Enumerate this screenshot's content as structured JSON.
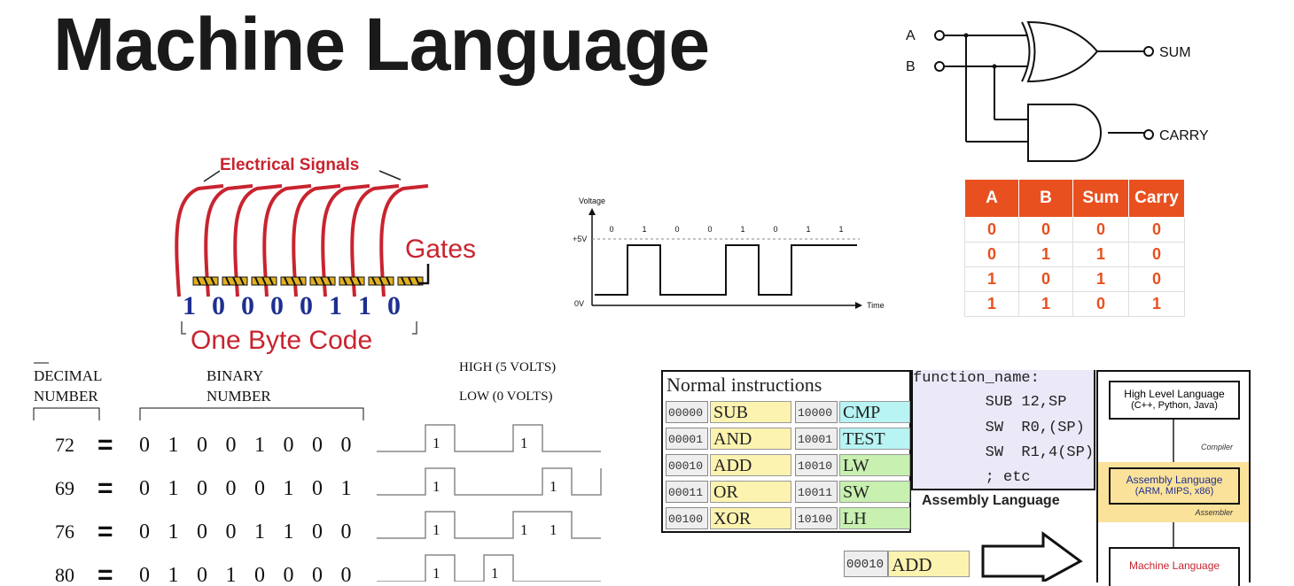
{
  "title": "Machine Language",
  "half_adder": {
    "input_a": "A",
    "input_b": "B",
    "output_sum": "SUM",
    "output_carry": "CARRY"
  },
  "truth_table": {
    "headers": [
      "A",
      "B",
      "Sum",
      "Carry"
    ],
    "rows": [
      [
        "0",
        "0",
        "0",
        "0"
      ],
      [
        "0",
        "1",
        "1",
        "0"
      ],
      [
        "1",
        "0",
        "1",
        "0"
      ],
      [
        "1",
        "1",
        "0",
        "1"
      ]
    ]
  },
  "byte_diagram": {
    "label_signals": "Electrical Signals",
    "label_gates": "Gates",
    "label_code": "One Byte Code",
    "bits": [
      "1",
      "0",
      "0",
      "0",
      "0",
      "1",
      "1",
      "0"
    ]
  },
  "voltage_plot": {
    "ylabel": "Voltage",
    "xlabel": "Time",
    "y_high": "+5V",
    "y_low": "0V",
    "bits": [
      "0",
      "1",
      "0",
      "0",
      "1",
      "0",
      "1",
      "1"
    ]
  },
  "binary_table": {
    "header_decimal": [
      "DECIMAL",
      "NUMBER"
    ],
    "header_binary": [
      "BINARY",
      "NUMBER"
    ],
    "header_high": "HIGH (5 VOLTS)",
    "header_low": "LOW  (0 VOLTS)",
    "rows": [
      {
        "decimal": "72",
        "bits": [
          "0",
          "1",
          "0",
          "0",
          "1",
          "0",
          "0",
          "0"
        ]
      },
      {
        "decimal": "69",
        "bits": [
          "0",
          "1",
          "0",
          "0",
          "0",
          "1",
          "0",
          "1"
        ]
      },
      {
        "decimal": "76",
        "bits": [
          "0",
          "1",
          "0",
          "0",
          "1",
          "1",
          "0",
          "0"
        ]
      },
      {
        "decimal": "80",
        "bits": [
          "0",
          "1",
          "0",
          "1",
          "0",
          "0",
          "0",
          "0"
        ]
      }
    ],
    "equals": "="
  },
  "instructions": {
    "title": "Normal instructions",
    "left": [
      {
        "code": "00000",
        "op": "SUB"
      },
      {
        "code": "00001",
        "op": "AND"
      },
      {
        "code": "00010",
        "op": "ADD"
      },
      {
        "code": "00011",
        "op": "OR"
      },
      {
        "code": "00100",
        "op": "XOR"
      }
    ],
    "right": [
      {
        "code": "10000",
        "op": "CMP"
      },
      {
        "code": "10001",
        "op": "TEST"
      },
      {
        "code": "10010",
        "op": "LW"
      },
      {
        "code": "10011",
        "op": "SW"
      },
      {
        "code": "10100",
        "op": "LH"
      }
    ],
    "selected_code": "00010",
    "selected_op": "ADD"
  },
  "assembly": {
    "lines": [
      "function_name:",
      "        SUB 12,SP",
      "        SW  R0,(SP)",
      "        SW  R1,4(SP)",
      "        ; etc"
    ],
    "caption": "Assembly Language"
  },
  "hierarchy": {
    "high_title": "High Level Language",
    "high_sub": "(C++, Python, Java)",
    "compiler": "Compiler",
    "asm_title": "Assembly Language",
    "asm_sub": "(ARM, MIPS, x86)",
    "assembler": "Assembler",
    "machine": "Machine Language"
  },
  "colors": {
    "accent_orange": "#e8501f",
    "signal_red": "#c8242f",
    "bit_blue": "#1f2f8f",
    "op_yellow": "#fcf3b0",
    "op_cyan": "#b8f4f4",
    "op_green": "#c8f0b0",
    "highlight_gold": "#fbe29a"
  }
}
